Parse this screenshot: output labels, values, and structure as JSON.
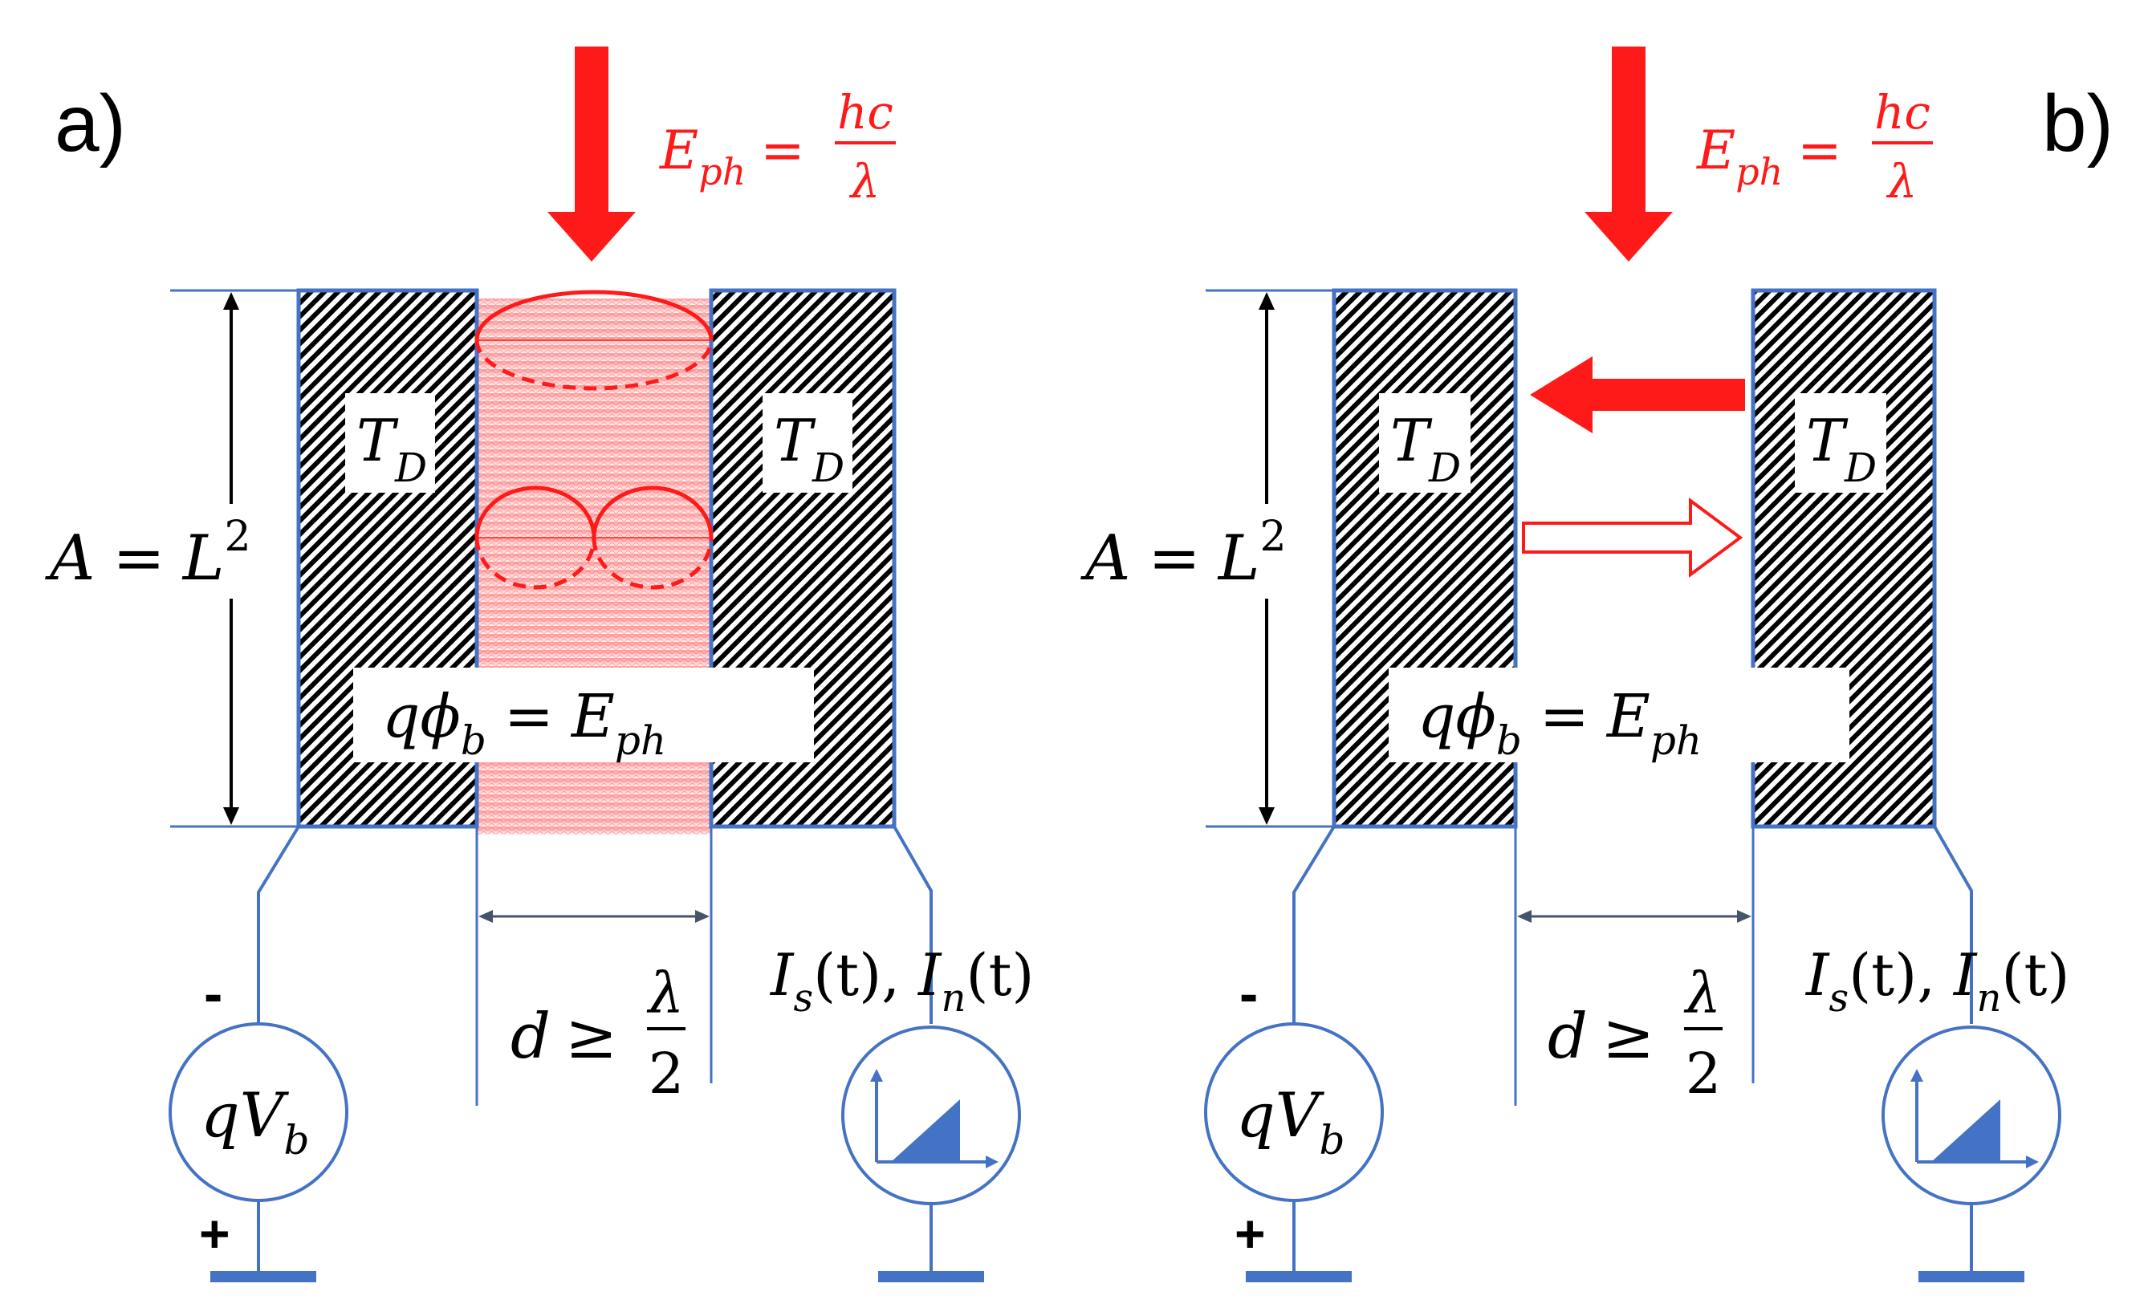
{
  "panels": [
    {
      "label": "a)",
      "photon_energy": {
        "lhs": "E",
        "lhs_sub": "ph",
        "eq": "=",
        "num": "hc",
        "den": "λ"
      },
      "temperature": {
        "symbol": "T",
        "sub": "D"
      },
      "area": {
        "lhs": "A",
        "eq": "=",
        "base": "L",
        "exp": "2"
      },
      "barrier": {
        "q": "q",
        "phi": "ϕ",
        "phi_sub": "b",
        "eq": "=",
        "rhs": "E",
        "rhs_sub": "ph"
      },
      "gap": {
        "d": "d",
        "geq": "≥",
        "num": "λ",
        "den": "2"
      },
      "currents": {
        "text": "I",
        "s": "s",
        "t1": "(t), ",
        "i2": "I",
        "n": "n",
        "t2": "(t)"
      },
      "bias": {
        "q": "q",
        "V": "V",
        "sub": "b",
        "minus": "-",
        "plus": "+"
      }
    },
    {
      "label": "b)",
      "photon_energy": {
        "lhs": "E",
        "lhs_sub": "ph",
        "eq": "=",
        "num": "hc",
        "den": "λ"
      },
      "temperature": {
        "symbol": "T",
        "sub": "D"
      },
      "area": {
        "lhs": "A",
        "eq": "=",
        "base": "L",
        "exp": "2"
      },
      "barrier": {
        "q": "q",
        "phi": "ϕ",
        "phi_sub": "b",
        "eq": "=",
        "rhs": "E",
        "rhs_sub": "ph"
      },
      "gap": {
        "d": "d",
        "geq": "≥",
        "num": "λ",
        "den": "2"
      },
      "currents": {
        "text": "I",
        "s": "s",
        "t1": "(t), ",
        "i2": "I",
        "n": "n",
        "t2": "(t)"
      },
      "bias": {
        "q": "q",
        "V": "V",
        "sub": "b",
        "minus": "-",
        "plus": "+"
      }
    }
  ],
  "colors": {
    "photon": "#ff1a1a",
    "circuit": "#4472c4",
    "hatch": "#000000"
  }
}
